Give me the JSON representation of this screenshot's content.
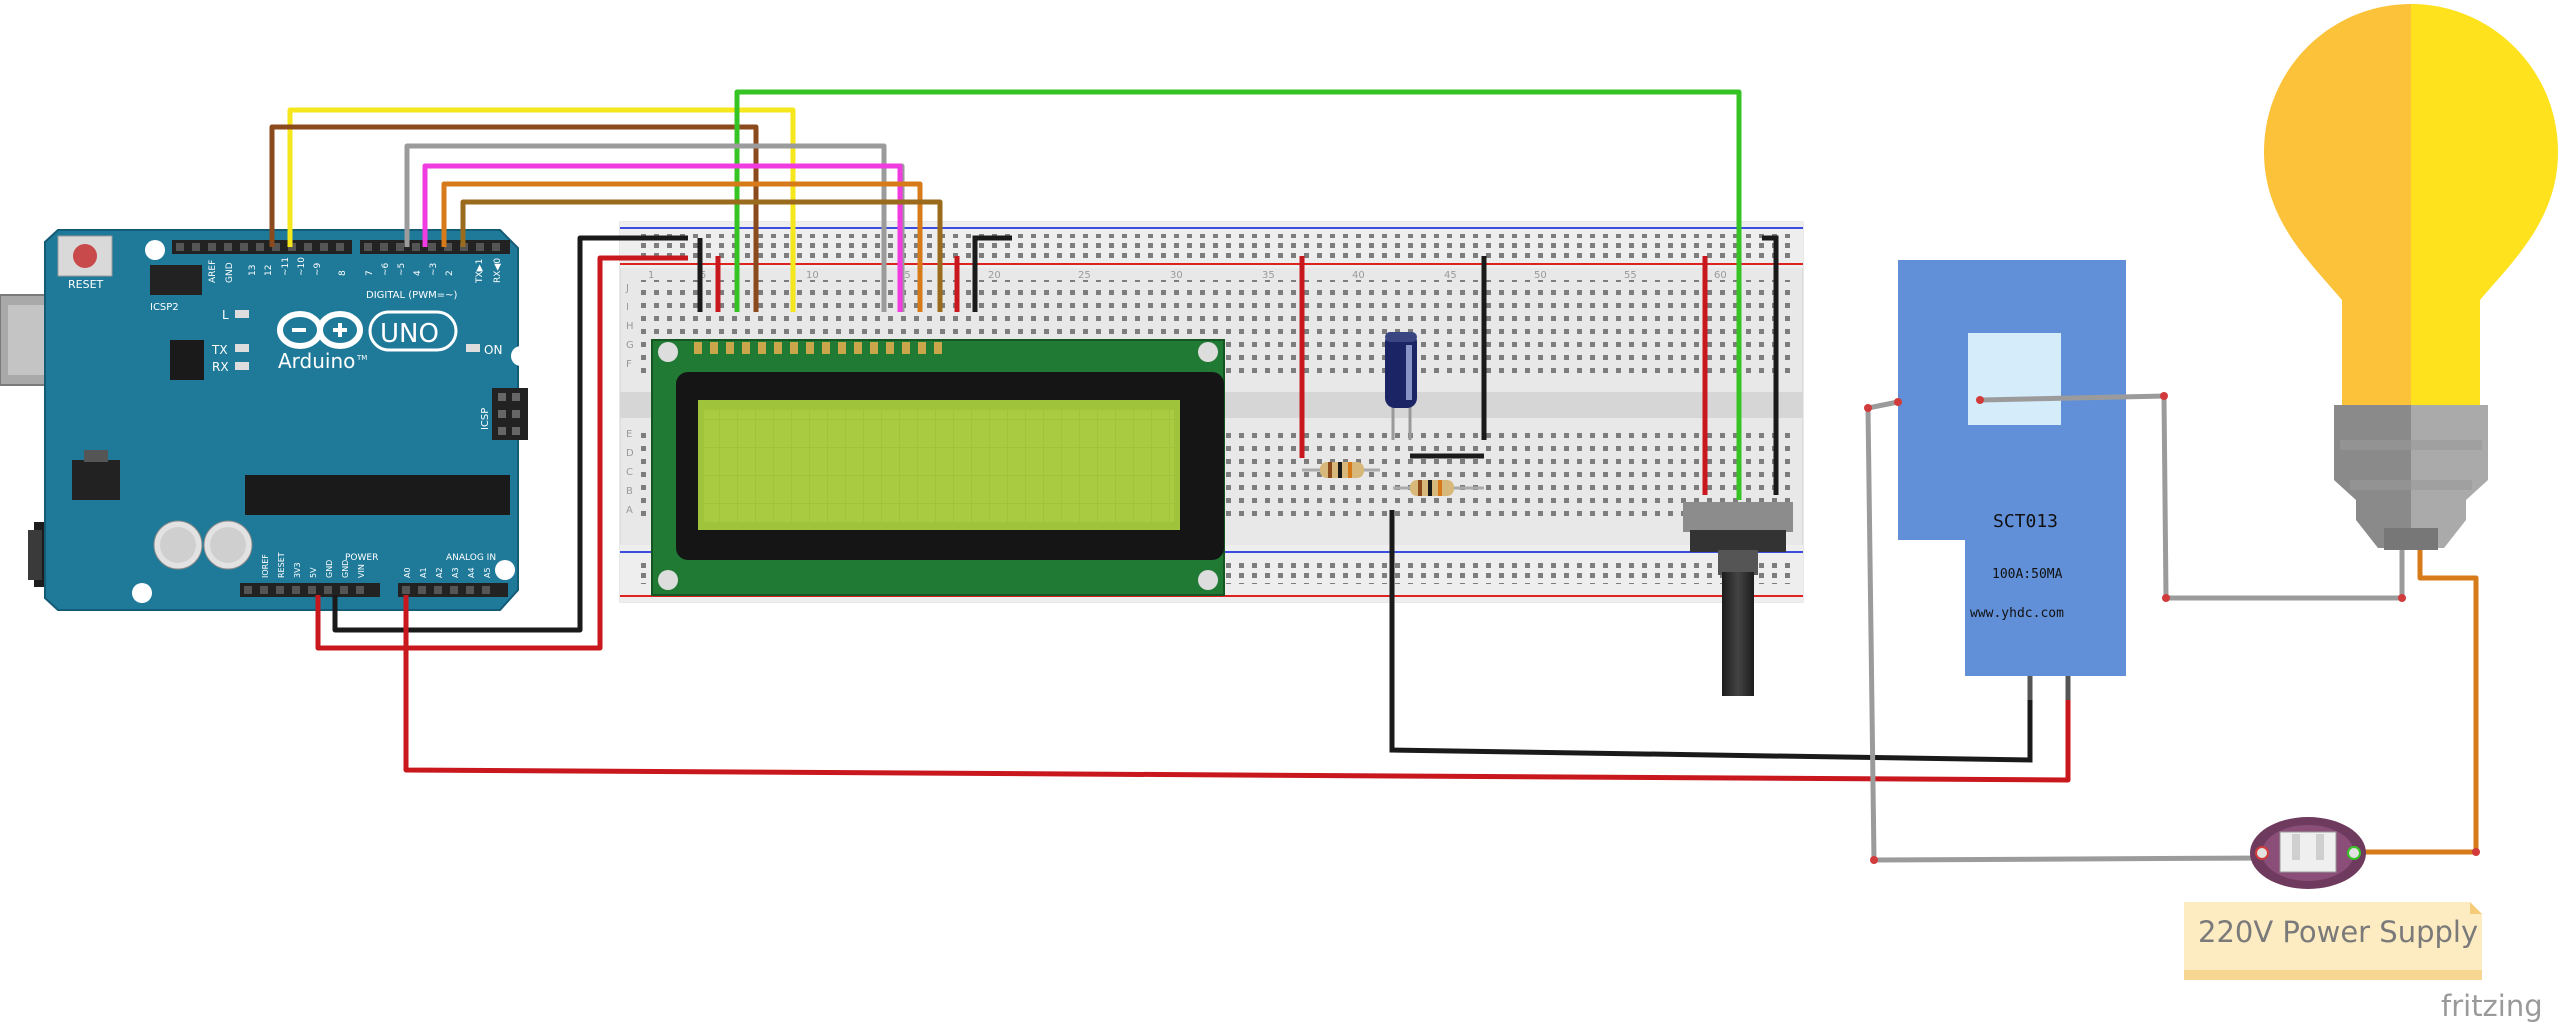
{
  "arduino": {
    "reset_label": "RESET",
    "icsp2_label": "ICSP2",
    "brand": "Arduino",
    "trademark": "TM",
    "model": "UNO",
    "l_label": "L",
    "tx_label": "TX",
    "rx_label": "RX",
    "on_label": "ON",
    "icsp_label": "ICSP",
    "aref_label": "AREF",
    "gnd_label": "GND",
    "digital_label": "DIGITAL (PWM=~)",
    "tx_pin": "TX▶1",
    "rx_pin": "RX◀0",
    "power_label": "POWER",
    "analog_label": "ANALOG IN",
    "digital_pins": [
      "13",
      "12",
      "~11",
      "~10",
      "~9",
      "8",
      "7",
      "~6",
      "~5",
      "4",
      "~3",
      "2"
    ],
    "power_pins": [
      "IOREF",
      "RESET",
      "3V3",
      "5V",
      "GND",
      "GND",
      "VIN"
    ],
    "analog_pins": [
      "A0",
      "A1",
      "A2",
      "A3",
      "A4",
      "A5"
    ]
  },
  "breadboard": {
    "row_letters_top": [
      "J",
      "I",
      "H",
      "G",
      "F"
    ],
    "row_letters_bottom": [
      "E",
      "D",
      "C",
      "B",
      "A"
    ],
    "column_numbers": [
      "1",
      "5",
      "10",
      "15",
      "20",
      "25",
      "30",
      "35",
      "40",
      "45",
      "50",
      "55",
      "60"
    ]
  },
  "sensor": {
    "model": "SCT013",
    "rating": "100A:50MA",
    "url": "www.yhdc.com"
  },
  "power_supply_label": "220V Power Supply",
  "watermark": "fritzing",
  "colors": {
    "arduino": "#1f7a9a",
    "wire_yellow": "#f5e71b",
    "wire_brown": "#8a4a1c",
    "wire_green": "#35c424",
    "wire_gray": "#9b9b9b",
    "wire_magenta": "#ef3be0",
    "wire_orange": "#d77a19",
    "wire_red": "#c8171d",
    "wire_black": "#1a1a1a",
    "lcd_board": "#217a33",
    "lcd_screen": "#9fc33a",
    "sensor_blue": "#6190d8",
    "bulb_yellow": "#fbc23a",
    "note_bg": "#fdebc1"
  }
}
